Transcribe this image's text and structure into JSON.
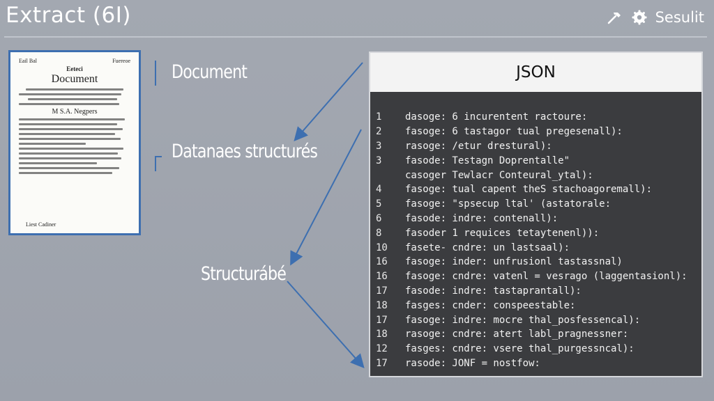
{
  "header": {
    "title": "Extract (6I)",
    "result_label": "Sesulit",
    "icons": [
      "hammer-icon",
      "gear-icon"
    ]
  },
  "document": {
    "top_left": "Eail Bal",
    "top_right": "Fuereoe",
    "subtitle": "Eeteci",
    "heading": "Document",
    "section": "M S.A. Negpers",
    "footer": "Liest Cadiner"
  },
  "labels": {
    "document": "Document",
    "data": "Datanaes structurés",
    "structured": "Structurábé"
  },
  "json_panel": {
    "title": "JSON",
    "lines": [
      {
        "num": "1",
        "text": "dasoge:  6 incurentent ractoure:"
      },
      {
        "num": "2",
        "text": "fasoge:  6 tastagor tual pregesenall):"
      },
      {
        "num": "3",
        "text": "rasoge:  /etur drestural):"
      },
      {
        "num": "3",
        "text": "fasode:  Testagn Doprentalle\""
      },
      {
        "num": "",
        "text": "casoger  Tewlacr Conteural_ytal):"
      },
      {
        "num": "4",
        "text": "fasoge: tual capent theS stachoagoremall):"
      },
      {
        "num": "5",
        "text": "fasoge: \"spsecup ltal' (astatorale:"
      },
      {
        "num": "6",
        "text": "fasode: indre: contenall):"
      },
      {
        "num": "8",
        "text": "fasoder  1 requices tetaytenenl)):"
      },
      {
        "num": "10",
        "text": "fasete- cndre: un lastsaal):"
      },
      {
        "num": "16",
        "text": "fasoge: inder: unfrusionl tastassnal)"
      },
      {
        "num": "16",
        "text": "fasoge: cndre: vatenl = vesrago (laggentasionl):"
      },
      {
        "num": "17",
        "text": "fasode: indre: tastaprantall):"
      },
      {
        "num": "18",
        "text": "fasges: cnder: conspeestable:"
      },
      {
        "num": "17",
        "text": "fasoge: indre: mocre thal_posfessencal):"
      },
      {
        "num": "18",
        "text": "rasoge: cndre: atert labl_pragnessner:"
      },
      {
        "num": "12",
        "text": "fasges: cndre: vsere thal_purgessncal):"
      },
      {
        "num": "17",
        "text": "rasode: JONF = nostfow:"
      }
    ]
  },
  "colors": {
    "background": "#9ea3ad",
    "accent": "#3d6fb0",
    "code_bg": "#3b3c3f",
    "code_text": "#f2f2f2"
  }
}
